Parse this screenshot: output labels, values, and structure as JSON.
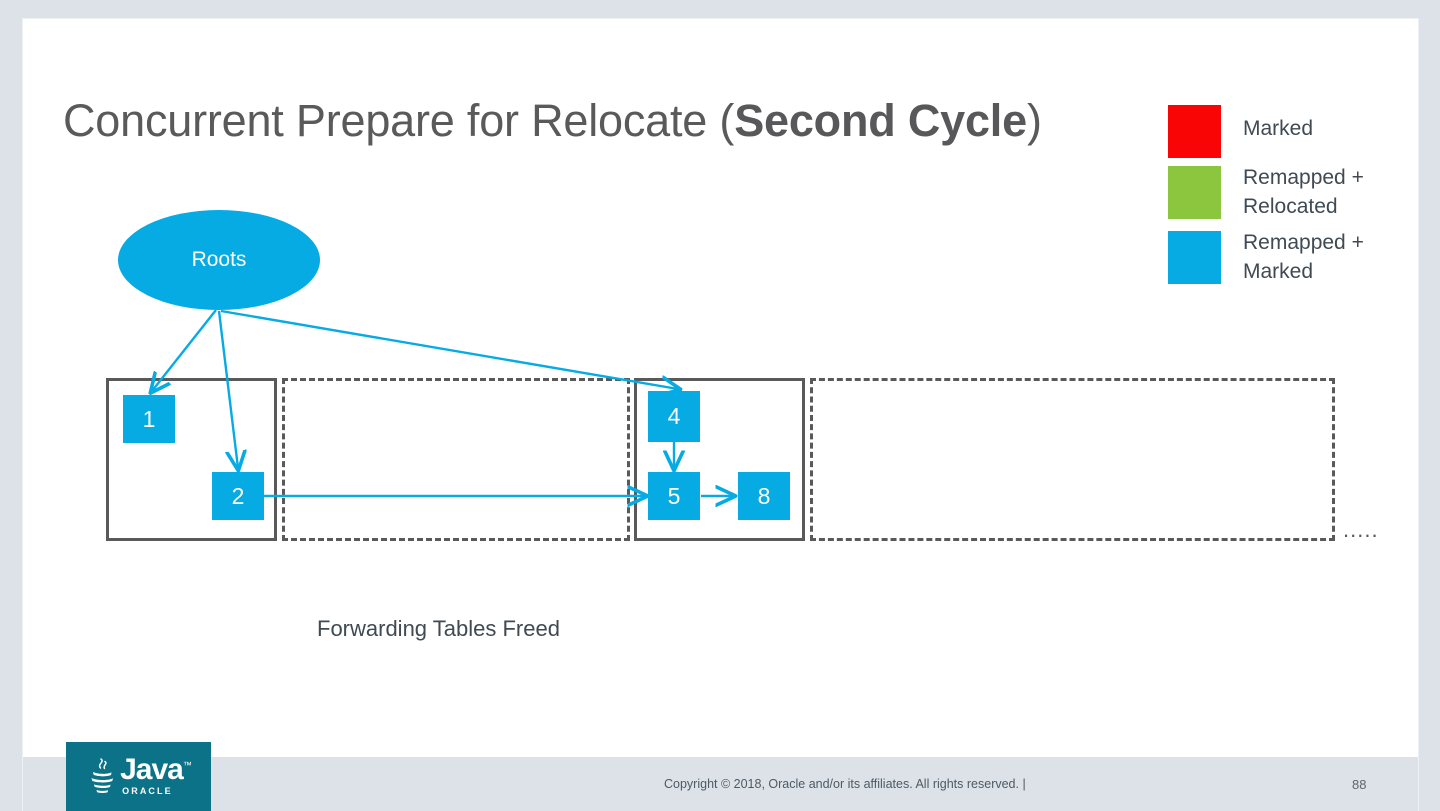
{
  "slide": {
    "title_main": "Concurrent Prepare for Relocate (",
    "title_bold": "Second Cycle",
    "title_tail": ")",
    "caption": "Forwarding Tables Freed",
    "ellipsis": "....."
  },
  "legend": {
    "items": [
      {
        "label": "Marked",
        "color": "#FA0505"
      },
      {
        "label": "Remapped +\nRelocated",
        "color": "#8CC63F"
      },
      {
        "label": "Remapped +\nMarked",
        "color": "#06ABE4"
      }
    ]
  },
  "diagram": {
    "roots_label": "Roots",
    "accent_color": "#06ABE4",
    "region_border_color": "#595959",
    "regions": [
      {
        "name": "region-live-solid-left",
        "style": "solid"
      },
      {
        "name": "region-freed-dashed-middle",
        "style": "dashed"
      },
      {
        "name": "region-live-solid-right",
        "style": "solid"
      },
      {
        "name": "region-freed-dashed-right",
        "style": "dashed"
      }
    ],
    "objects": [
      {
        "id": "1",
        "label": "1"
      },
      {
        "id": "2",
        "label": "2"
      },
      {
        "id": "4",
        "label": "4"
      },
      {
        "id": "5",
        "label": "5"
      },
      {
        "id": "8",
        "label": "8"
      }
    ],
    "arrows": [
      {
        "from": "roots",
        "to": "1"
      },
      {
        "from": "roots",
        "to": "2"
      },
      {
        "from": "roots",
        "to": "4"
      },
      {
        "from": "2",
        "to": "5"
      },
      {
        "from": "4",
        "to": "5"
      },
      {
        "from": "5",
        "to": "8"
      }
    ]
  },
  "footer": {
    "logo_word": "Java",
    "logo_tm": "™",
    "logo_sub": "ORACLE",
    "copyright": "Copyright © 2018, Oracle and/or its affiliates. All rights reserved.  |",
    "page_number": "88"
  }
}
